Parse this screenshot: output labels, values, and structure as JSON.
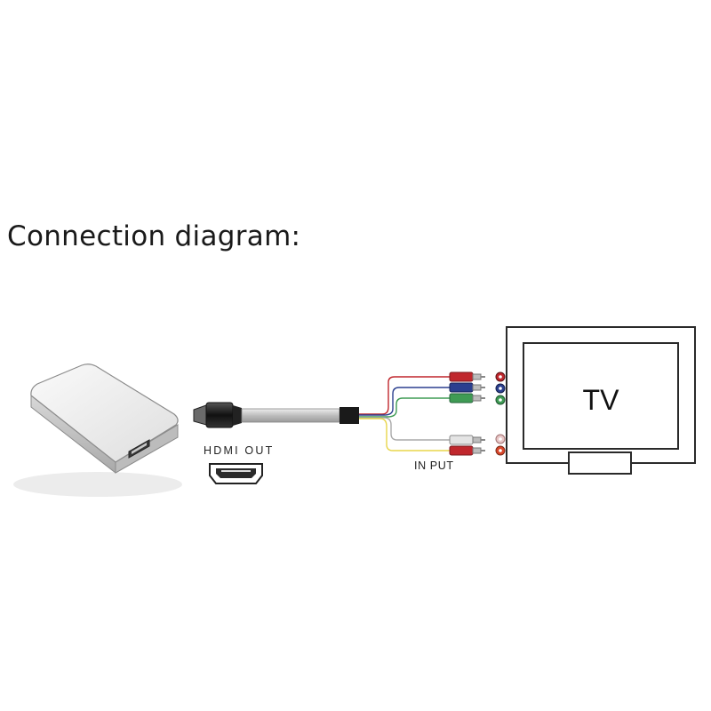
{
  "title": "Connection diagram:",
  "labels": {
    "hdmi_out": "HDMI OUT",
    "input": "IN PUT",
    "tv": "TV"
  },
  "colors": {
    "red": "#c0272d",
    "blue": "#2b3f8f",
    "green": "#3f9b54",
    "white": "#dcdcdc",
    "yellow": "#e8d54a"
  }
}
